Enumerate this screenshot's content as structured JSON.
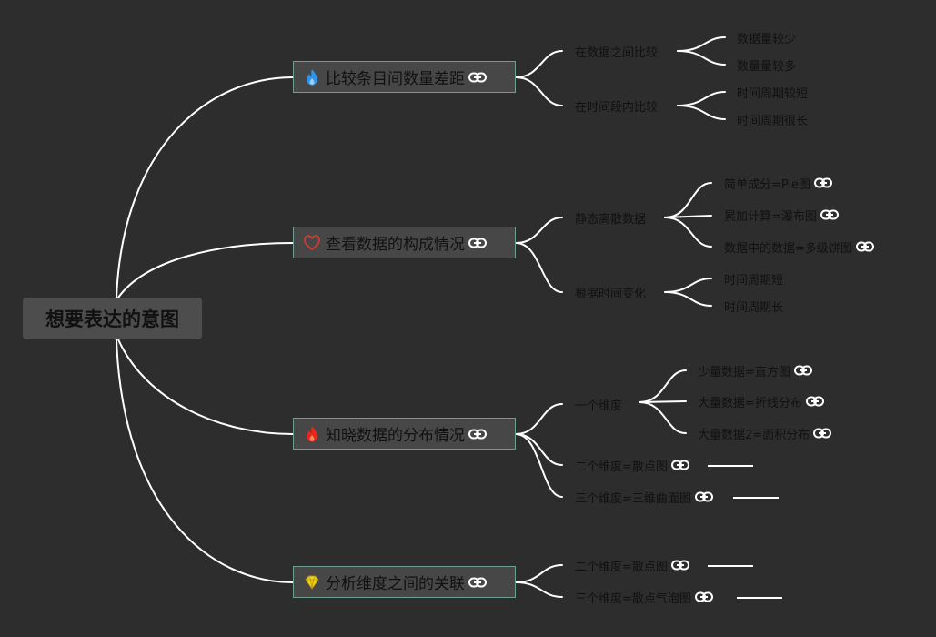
{
  "root": {
    "label": "想要表达的意图"
  },
  "branches": [
    {
      "label": "比较条目间数量差距",
      "icon": "flame-blue-icon",
      "children": [
        {
          "label": "在数据之间比较",
          "children": [
            {
              "label": "数据量较少"
            },
            {
              "label": "数量量较多"
            }
          ]
        },
        {
          "label": "在时间段内比较",
          "children": [
            {
              "label": "时间周期较短"
            },
            {
              "label": "时间周期很长"
            }
          ]
        }
      ]
    },
    {
      "label": "查看数据的构成情况",
      "icon": "heart-outline-icon",
      "children": [
        {
          "label": "静态离散数据",
          "children": [
            {
              "label": "简单成分=Pie图"
            },
            {
              "label": "累加计算=瀑布图"
            },
            {
              "label": "数据中的数据=多级饼图"
            }
          ]
        },
        {
          "label": "根据时间变化",
          "children": [
            {
              "label": "时间周期短"
            },
            {
              "label": "时间周期长"
            }
          ]
        }
      ]
    },
    {
      "label": "知晓数据的分布情况",
      "icon": "flame-red-icon",
      "children": [
        {
          "label": "一个维度",
          "children": [
            {
              "label": "少量数据=直方图"
            },
            {
              "label": "大量数据=折线分布"
            },
            {
              "label": "大量数据2=面积分布"
            }
          ]
        },
        {
          "label": "二个维度=散点图"
        },
        {
          "label": "三个维度=三维曲面图"
        }
      ]
    },
    {
      "label": "分析维度之间的关联",
      "icon": "diamond-icon",
      "children": [
        {
          "label": "二个维度=散点图"
        },
        {
          "label": "三个维度=散点气泡图"
        }
      ]
    }
  ],
  "colors": {
    "background": "#2d2d2d",
    "connector": "#ffffff",
    "text": "#111111",
    "branch_border": "#6f9d94",
    "flame_blue": "#2f93e8",
    "flame_red": "#e8261b",
    "heart": "#d23a2f",
    "diamond": "#f0d21a"
  }
}
